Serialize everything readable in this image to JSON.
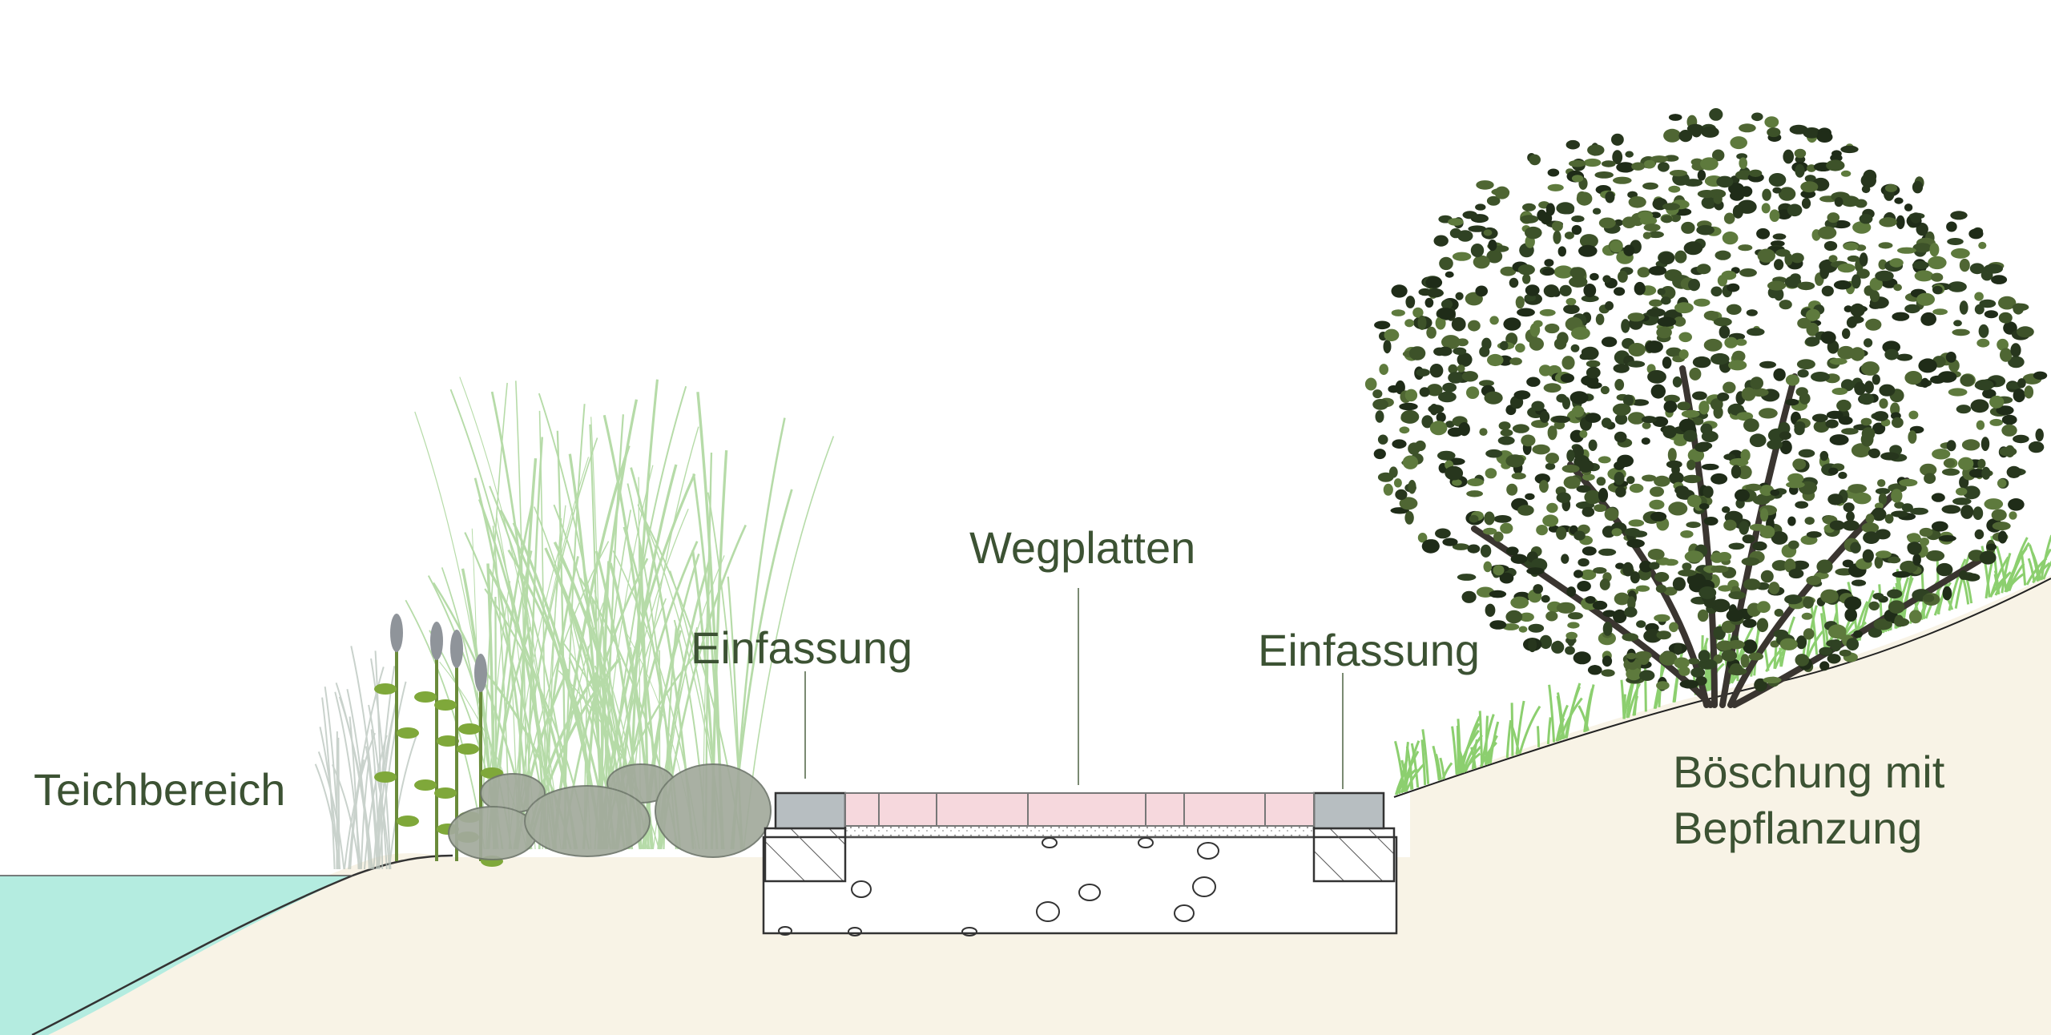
{
  "labels": {
    "pond": "Teichbereich",
    "edging_left": "Einfassung",
    "paving": "Wegplatten",
    "edging_right": "Einfassung",
    "slope_line1": "Böschung mit",
    "slope_line2": "Bepflanzung"
  },
  "colors": {
    "label_text": "#3c5233",
    "water": "#b4ece0",
    "ground": "#f8f3e6",
    "paving_slab": "#f6d8dd",
    "edging_stone": "#b7bec1",
    "grass_light": "#9ed08c",
    "shrub_leaf": "#3d5229"
  }
}
